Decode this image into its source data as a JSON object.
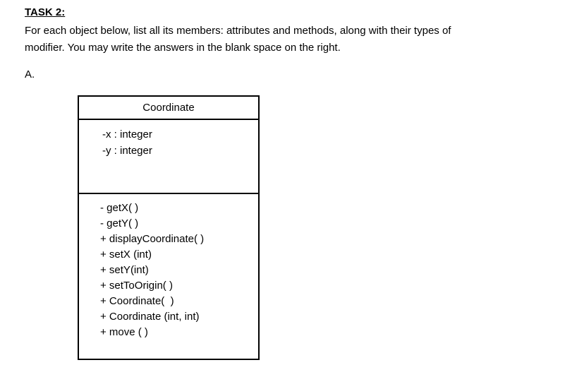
{
  "task": {
    "heading": "TASK 2:",
    "instruction_lines": [
      "For each object below, list all its members: attributes and methods, along with their types of",
      "modifier. You may write the answers in the blank space on the right."
    ],
    "item_label": "A."
  },
  "uml_class": {
    "title": "Coordinate",
    "attributes": [
      "-x : integer",
      "-y : integer"
    ],
    "methods": [
      "- getX( )",
      "- getY( )",
      "+ displayCoordinate( )",
      "+ setX (int)",
      "+ setY(int)",
      "+ setToOrigin( )",
      "+ Coordinate(  )",
      "+ Coordinate (int, int)",
      "+ move ( )"
    ]
  },
  "colors": {
    "background": "#ffffff",
    "text": "#000000",
    "border": "#000000"
  }
}
